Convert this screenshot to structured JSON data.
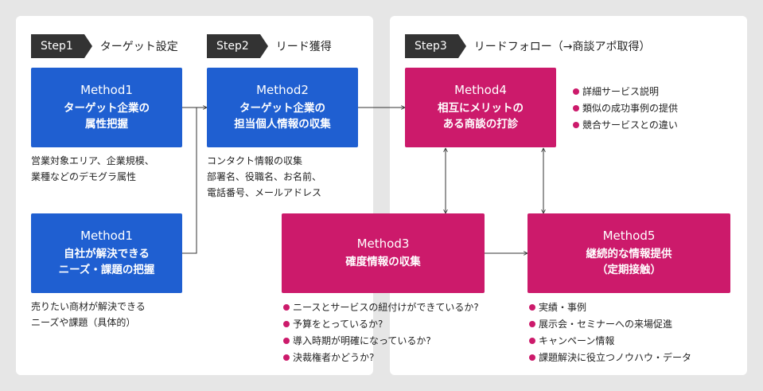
{
  "steps": [
    {
      "tag": "Step1",
      "title": "ターゲット設定"
    },
    {
      "tag": "Step2",
      "title": "リード獲得"
    },
    {
      "tag": "Step3",
      "title": "リードフォロー（→商談アポ取得）"
    }
  ],
  "methods": {
    "m1a": {
      "label": "Method1",
      "text": "ターゲット企業の\n属性把握"
    },
    "m1b": {
      "label": "Method1",
      "text": "自社が解決できる\nニーズ・課題の把握"
    },
    "m2": {
      "label": "Method2",
      "text": "ターゲット企業の\n担当個人情報の収集"
    },
    "m3": {
      "label": "Method3",
      "text": "確度情報の収集"
    },
    "m4": {
      "label": "Method4",
      "text": "相互にメリットの\nある商談の打診"
    },
    "m5": {
      "label": "Method5",
      "text": "継続的な情報提供\n（定期接触）"
    }
  },
  "notes": {
    "m1a": "営業対象エリア、企業規模、\n業種などのデモグラ属性",
    "m1b": "売りたい商材が解決できる\nニーズや課題（具体的）",
    "m2": "コンタクト情報の収集\n部署名、役職名、お名前、\n電話番号、メールアドレス"
  },
  "lists": {
    "m4": [
      "詳細サービス説明",
      "類似の成功事例の提供",
      "競合サービスとの違い"
    ],
    "m3": [
      "ニースとサービスの紐付けができているか?",
      "予算をとっているか?",
      "導入時期が明確になっているか?",
      "決裁権者かどうか?"
    ],
    "m5": [
      "実績・事例",
      "展示会・セミナーへの来場促進",
      "キャンペーン情報",
      "課題解決に役立つノウハウ・データ"
    ]
  },
  "colors": {
    "blue": "#1f5fd1",
    "pink": "#cc1a6b",
    "step": "#333333"
  }
}
